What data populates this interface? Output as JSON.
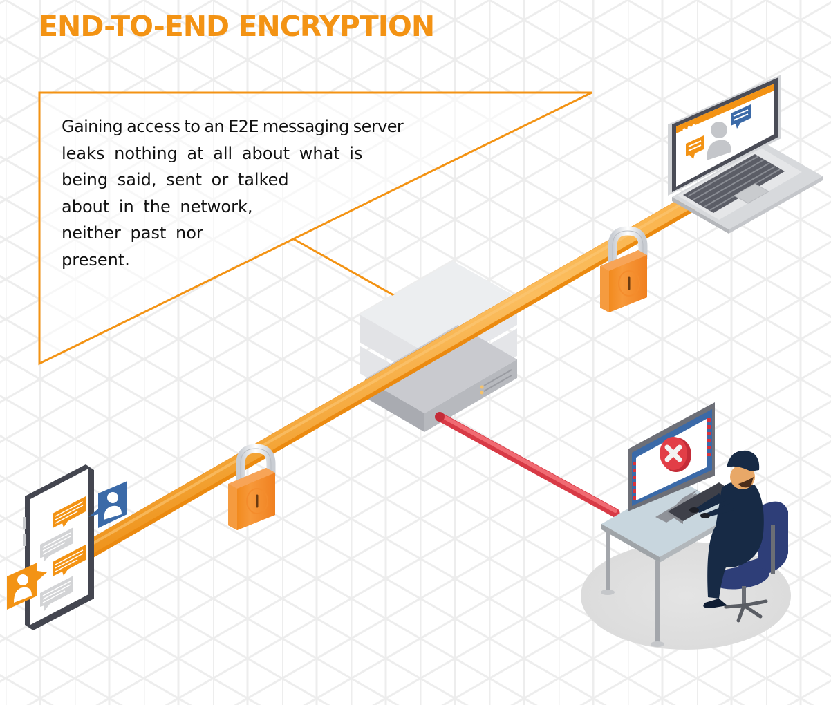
{
  "title": "END-TO-END ENCRYPTION",
  "description": {
    "lines": [
      "Gaining access to an E2E messaging server",
      "leaks nothing at all about what is",
      "being said, sent or talked",
      "about in the network,",
      "neither past nor",
      "present."
    ]
  },
  "nodes": [
    {
      "id": "sender-phone",
      "label": "Smartphone sender with chat messages",
      "icon": "smartphone-chat-icon"
    },
    {
      "id": "messaging-server",
      "label": "E2E messaging server",
      "icon": "server-stack-icon"
    },
    {
      "id": "receiver-laptop",
      "label": "Laptop receiver with chat messages",
      "icon": "laptop-chat-icon"
    },
    {
      "id": "attacker",
      "label": "Hacker at computer with access-denied error",
      "icon": "hacker-workstation-icon"
    }
  ],
  "connections": [
    {
      "from": "sender-phone",
      "to": "receiver-laptop",
      "via": "messaging-server",
      "type": "encrypted-pipe",
      "locks": 2
    },
    {
      "from": "messaging-server",
      "to": "attacker",
      "type": "intercept-cable"
    }
  ],
  "colors": {
    "accent": "#f39314",
    "text": "#111111",
    "pipe": "#f59a1c",
    "intercept": "#e8505b",
    "blue": "#3b6aa8",
    "dark": "#444650",
    "grid": "#efefef",
    "error": "#d9323a"
  }
}
